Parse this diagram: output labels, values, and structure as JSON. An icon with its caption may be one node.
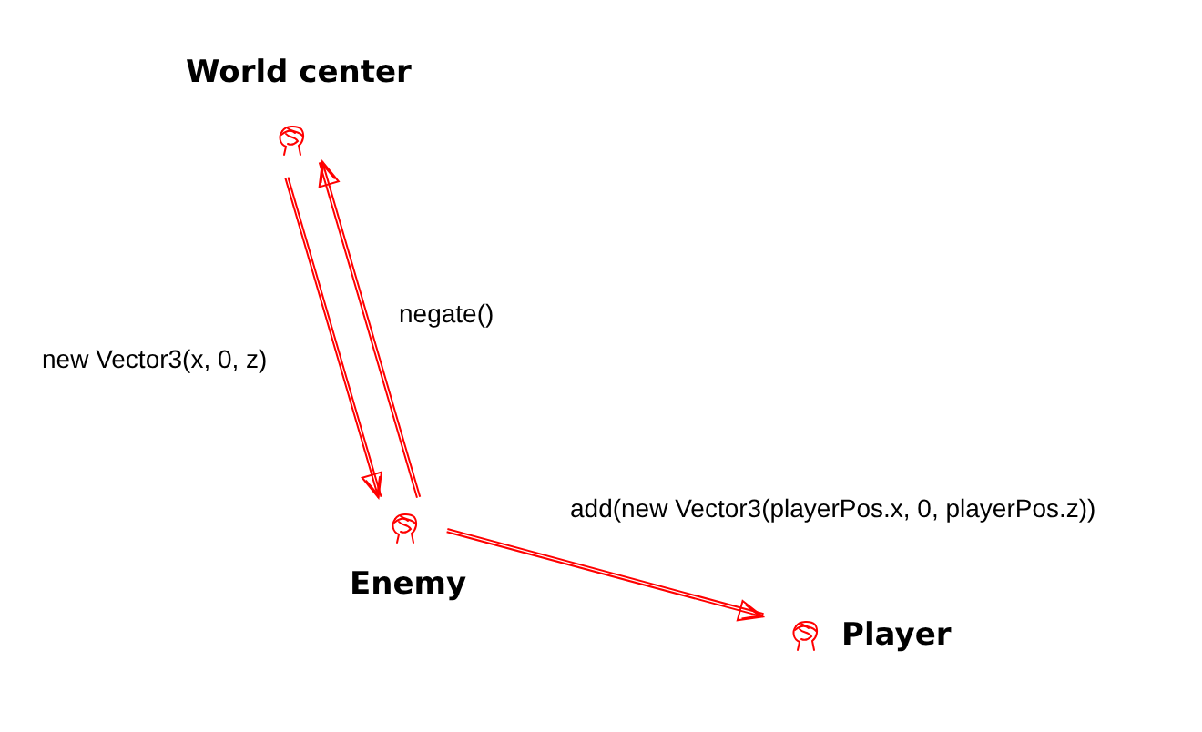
{
  "diagram": {
    "nodes": [
      {
        "text": [
          "World center"
        ]
      },
      {
        "text": [
          "Enemy"
        ]
      },
      {
        "text": [
          "Player"
        ]
      }
    ],
    "edges": [
      {
        "from": 0,
        "to": 1,
        "arrow": "to",
        "label": "new Vector3(x, 0, z)"
      },
      {
        "from": 1,
        "to": 0,
        "arrow": "to",
        "label": "negate()"
      },
      {
        "from": 1,
        "to": 2,
        "arrow": "to",
        "label": "add(new Vector3(playerPos.x, 0, playerPos.z))"
      }
    ]
  }
}
